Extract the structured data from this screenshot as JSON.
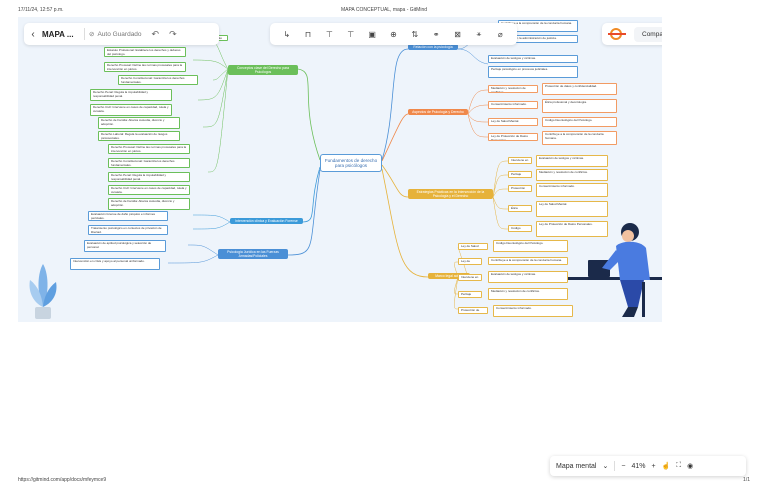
{
  "print": {
    "datetime": "17/11/24, 12:57 p.m.",
    "doc_title": "MAPA CONCEPTUAL, mapa - GitMind",
    "url": "https://gitmind.com/app/docs/mfeymce9",
    "page": "1/1"
  },
  "toolbar_left": {
    "back_icon": "chevron-left-icon",
    "title": "MAPA ...",
    "save_status": "Auto Guardado",
    "undo_icon": "undo-icon",
    "redo_icon": "redo-icon"
  },
  "toolbar_center": {
    "tools": [
      "↳",
      "⊓",
      "⊤",
      "⊤",
      "▣",
      "⊕",
      "⇅",
      "⚭",
      "⊠",
      "⚹",
      "⌀"
    ]
  },
  "toolbar_right": {
    "share_label": "Compartir",
    "export_icon": "export-icon",
    "more_icon": "more-icon"
  },
  "mindmap": {
    "center": "Fundamentos de derecho para psicólogos",
    "branches": [
      {
        "label": "Relación con la psicología",
        "color": "#4a8fd6"
      },
      {
        "label": "Conceptos clave del Derecho para Psicólogos",
        "color": "#6bbf5a"
      },
      {
        "label": "Aspectos de Psicología y Derecho",
        "color": "#f0884a"
      },
      {
        "label": "Estrategias Prácticas en la Intersección de la Psicología y el Derecho",
        "color": "#e6b23a"
      },
      {
        "label": "Intervención clínica y Evaluación Forense",
        "color": "#3b9ad9"
      },
      {
        "label": "Psicología Jurídica en las Fuerzas Armadas/Policiales",
        "color": "#4a8fd6"
      },
      {
        "label": "Marco legal actual",
        "color": "#e6b23a"
      }
    ],
    "left_notes": [
      "Estatuto Profesional: Establece los derechos y deberes del psicólogo.",
      "Derecho Procesal: Define las normas procesales para la intervención en juicios.",
      "Derecho Constitucional: Garantiza los derechos fundamentales.",
      "Derecho Penal: Regula la imputabilidad y responsabilidad penal.",
      "Derecho Civil: Interviene en casos de capacidad, tutela y curatela.",
      "Derecho de Familia: Abarca custodia, divorcio y adopción.",
      "Derecho Laboral: Regula la evaluación de riesgos psicosociales.",
      "Evaluación forense de daño psíquico e informes periciales.",
      "Tratamiento psicológico en contextos de privación de libertad.",
      "Evaluación de aptitud psicológica y selección de personal.",
      "Intervención en crisis y apoyo al personal uniformado."
    ],
    "right_notes": [
      "Contribuye a la comprensión de la conducta humana.",
      "Interviene en la administración de justicia.",
      "Evaluación de testigos y víctimas.",
      "Peritaje psicológico en procesos judiciales.",
      "Mediación y resolución de conflictos.",
      "Protección de datos y confidencialidad.",
      "Consentimiento informado.",
      "Ética profesional y deontología.",
      "Ley de Salud Mental.",
      "Código Deontológico del Psicólogo.",
      "Ley de Protección de Datos Personales."
    ]
  },
  "zoom_bar": {
    "mode_label": "Mapa mental",
    "zoom": "41%",
    "minus_icon": "zoom-out-icon",
    "plus_icon": "zoom-in-icon",
    "hand_icon": "pan-icon",
    "fit_icon": "fit-screen-icon",
    "view_icon": "view-icon"
  },
  "colors": {
    "canvas_bg": "#eef4fb",
    "accent": "#f08a24"
  }
}
